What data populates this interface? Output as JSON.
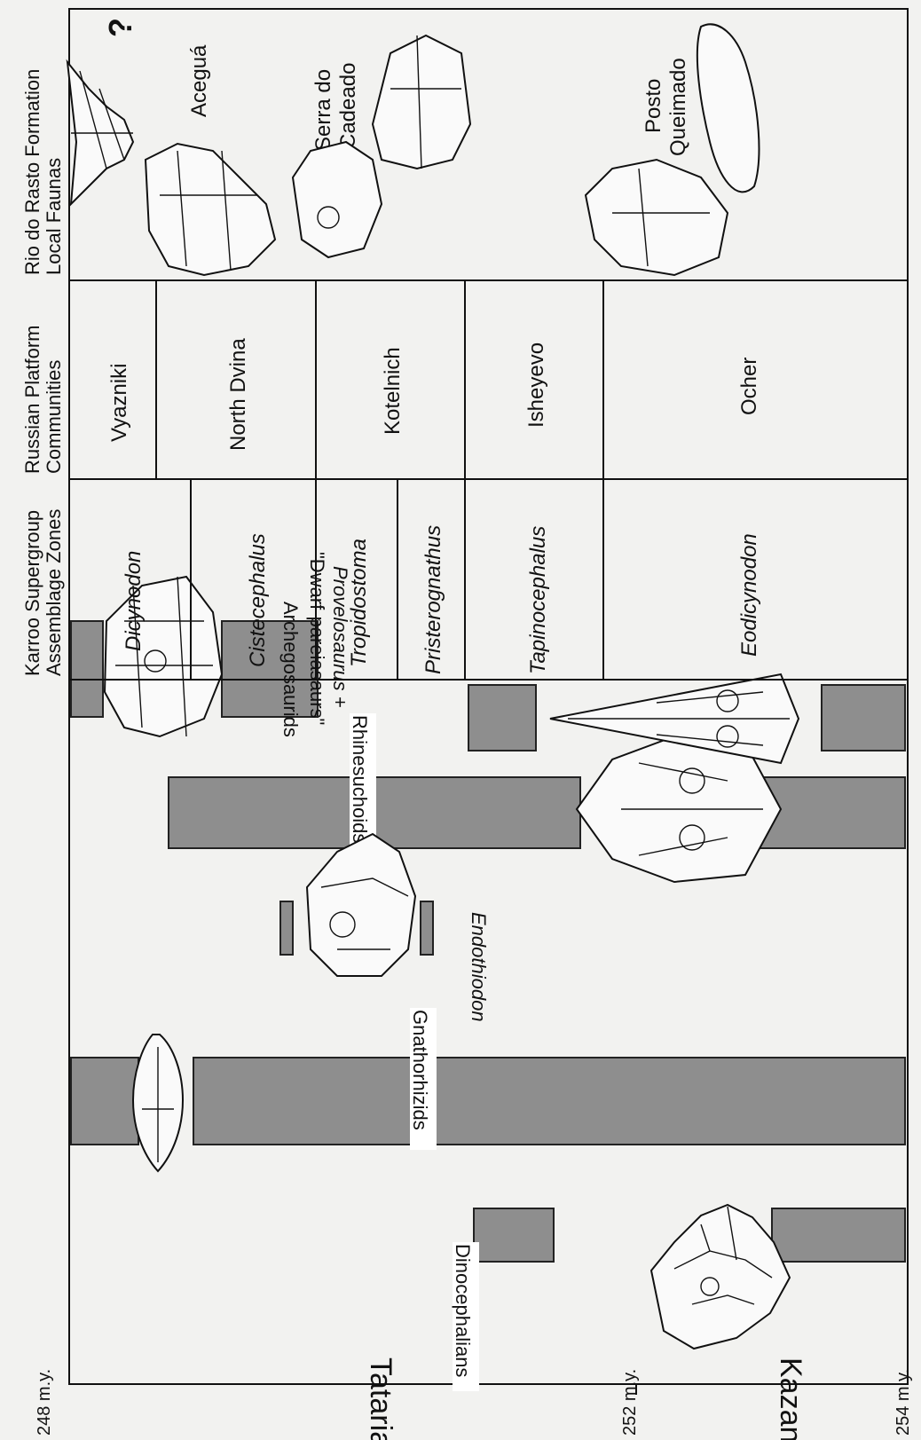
{
  "time_axis": {
    "ticks": [
      "248 m.y.",
      "252 m.y.",
      "254 m.y."
    ],
    "stages": [
      "Tatarian",
      "Kazanian"
    ]
  },
  "taxa": [
    {
      "label": "Dinocephalians",
      "italic": false,
      "icon": "dinocephalian-skull-icon"
    },
    {
      "label": "Gnathorhizids",
      "italic": false,
      "icon": "lungfish-icon"
    },
    {
      "label": "Endothiodon",
      "italic": true,
      "icon": "endothiodon-skull-icon"
    },
    {
      "label": "Rhinesuchoids",
      "italic": false,
      "icon": "rhinesuchoid-skull-icon"
    },
    {
      "label": "Provelosaurus +",
      "italic": true,
      "icon": "pareiasaur-skull-icon"
    },
    {
      "label": "\"Dwarf-pareiasaurs\"",
      "italic": false,
      "icon": "pareiasaur-skull-icon"
    },
    {
      "label": "Archegosaurids",
      "italic": false,
      "icon": "archegosaurid-skull-icon"
    }
  ],
  "headers": {
    "karroo": [
      "Karroo Supergroup",
      "Assemblage Zones"
    ],
    "russian": [
      "Russian Platform",
      "Communities"
    ],
    "rio": [
      "Rio do Rasto Formation",
      "Local Faunas"
    ]
  },
  "karroo_zones": [
    "Dicynodon",
    "Cistecephalus",
    "Tropidostoma",
    "Pristerognathus",
    "Tapinocephalus",
    "Eodicynodon"
  ],
  "russian_communities": [
    "Vyazniki",
    "North Dvina",
    "Kotelnich",
    "Isheyevo",
    "Ocher"
  ],
  "rio_faunas": [
    {
      "lines": [
        "Aceguá"
      ],
      "mark": "?"
    },
    {
      "lines": [
        "Serra do",
        "Cadeado"
      ]
    },
    {
      "lines": [
        "Posto",
        "Queimado"
      ]
    }
  ],
  "colors": {
    "bar": "#8e8e8e",
    "line": "#111111",
    "background": "#f2f2f0"
  }
}
